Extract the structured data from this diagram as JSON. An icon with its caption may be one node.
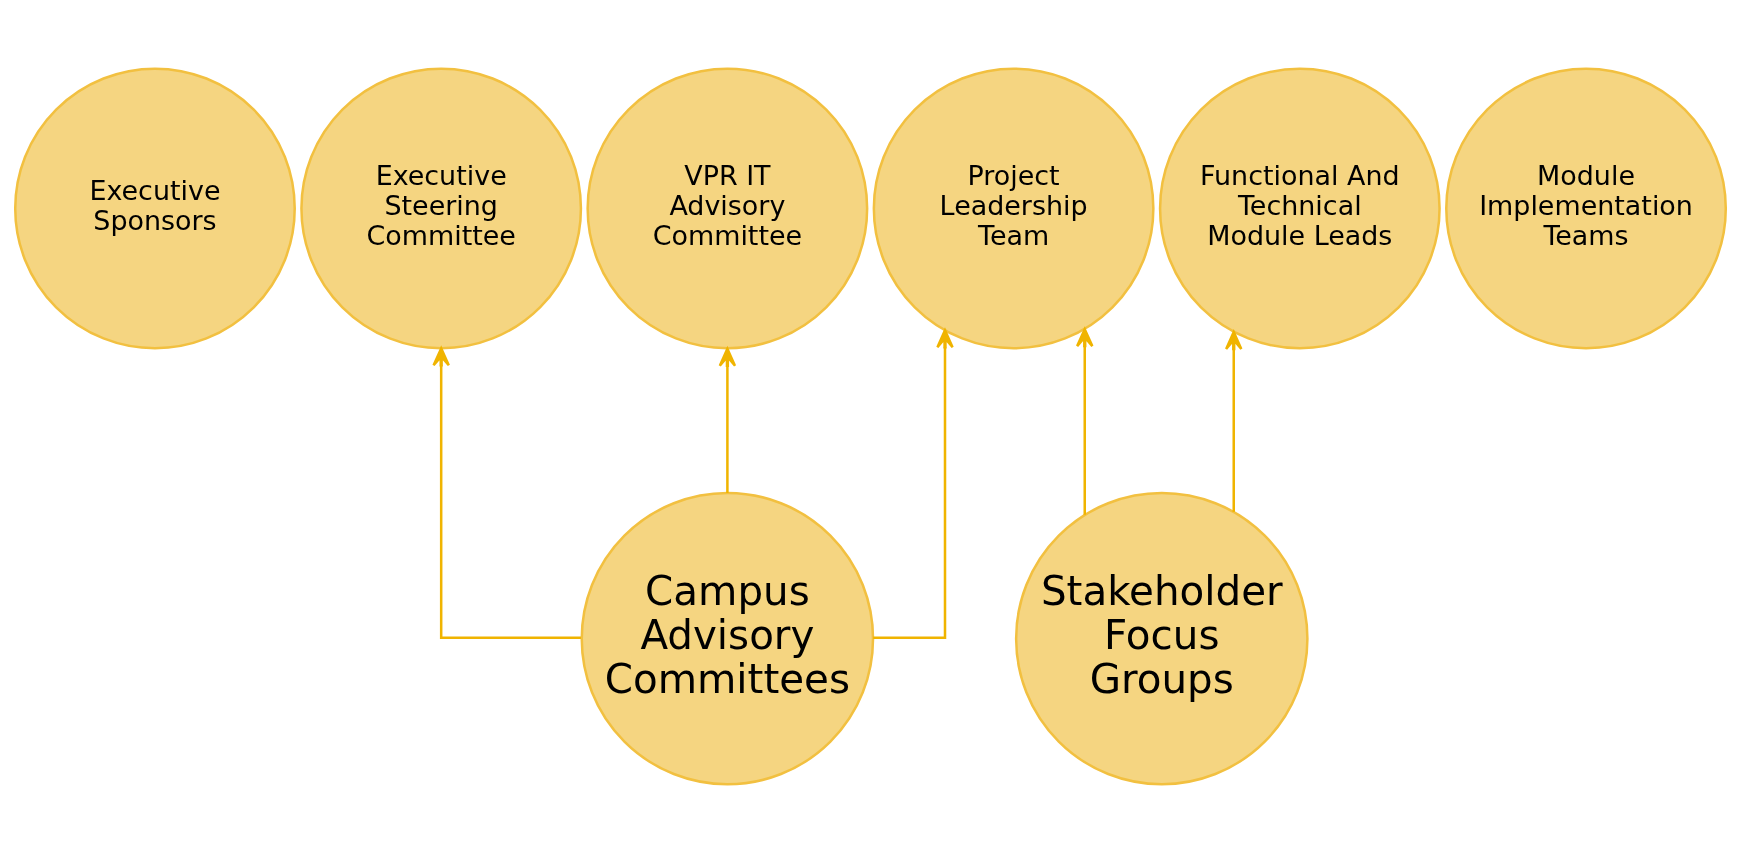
{
  "diagram": {
    "nodes": [
      {
        "text": [
          "Executive Sponsors"
        ]
      },
      {
        "text": [
          "Executive Steering Committee"
        ]
      },
      {
        "text": [
          "VPR IT Advisory Committee"
        ]
      },
      {
        "text": [
          "Project Leadership Team"
        ]
      },
      {
        "text": [
          "Functional And Technical Module Leads"
        ]
      },
      {
        "text": [
          "Module Implementation Teams"
        ]
      },
      {
        "text": [
          "Campus Advisory Committees"
        ]
      },
      {
        "text": [
          "Stakeholder Focus Groups"
        ]
      }
    ],
    "edges": [
      {
        "from": 6,
        "to": 1,
        "arrow": "to"
      },
      {
        "from": 6,
        "to": 2,
        "arrow": "to"
      },
      {
        "from": 6,
        "to": 3,
        "arrow": "to"
      },
      {
        "from": 7,
        "to": 3,
        "arrow": "to"
      },
      {
        "from": 7,
        "to": 4,
        "arrow": "to"
      }
    ]
  }
}
